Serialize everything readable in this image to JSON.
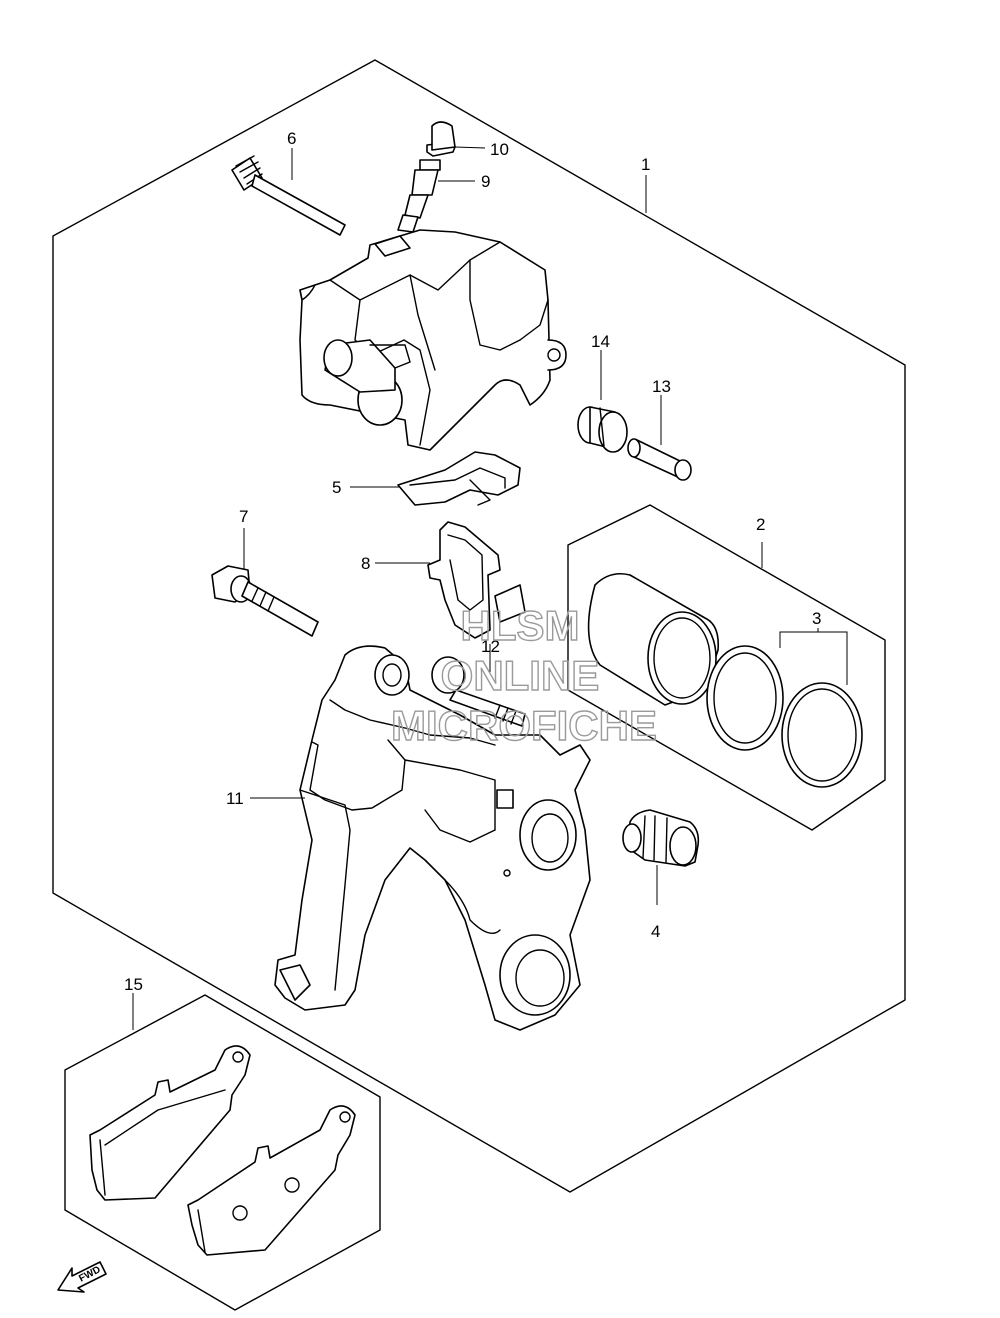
{
  "callouts": [
    {
      "id": "1",
      "label": "1"
    },
    {
      "id": "2",
      "label": "2"
    },
    {
      "id": "3",
      "label": "3"
    },
    {
      "id": "4",
      "label": "4"
    },
    {
      "id": "5",
      "label": "5"
    },
    {
      "id": "6",
      "label": "6"
    },
    {
      "id": "7",
      "label": "7"
    },
    {
      "id": "8",
      "label": "8"
    },
    {
      "id": "9",
      "label": "9"
    },
    {
      "id": "10",
      "label": "10"
    },
    {
      "id": "11",
      "label": "11"
    },
    {
      "id": "12",
      "label": "12"
    },
    {
      "id": "13",
      "label": "13"
    },
    {
      "id": "14",
      "label": "14"
    },
    {
      "id": "15",
      "label": "15"
    }
  ],
  "watermark": {
    "line1": "HLSM",
    "line2": "ONLINE",
    "line3": "MICROFICHE"
  },
  "direction_arrow": {
    "label": "FWD"
  }
}
